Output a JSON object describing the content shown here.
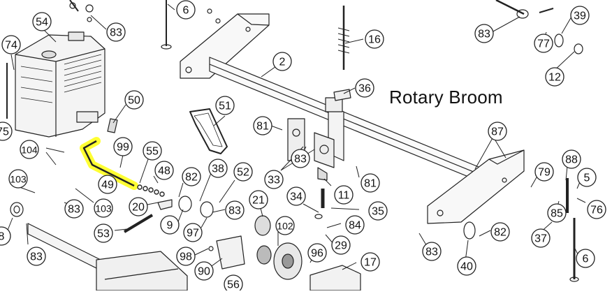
{
  "diagram": {
    "title": "Rotary Broom",
    "highlight_color": "#ffff33",
    "part_labels": [
      "6",
      "83",
      "54",
      "74",
      "75",
      "50",
      "104",
      "99",
      "55",
      "48",
      "103",
      "103",
      "83",
      "49",
      "20",
      "53",
      "82",
      "38",
      "52",
      "9",
      "97",
      "83",
      "51",
      "81",
      "2",
      "16",
      "36",
      "83",
      "33",
      "81",
      "87",
      "11",
      "34",
      "35",
      "21",
      "102",
      "84",
      "29",
      "98",
      "90",
      "96",
      "56",
      "17",
      "39",
      "77",
      "83",
      "12",
      "79",
      "88",
      "5",
      "85",
      "76",
      "82",
      "37",
      "83",
      "40",
      "6",
      "8",
      "83"
    ]
  }
}
